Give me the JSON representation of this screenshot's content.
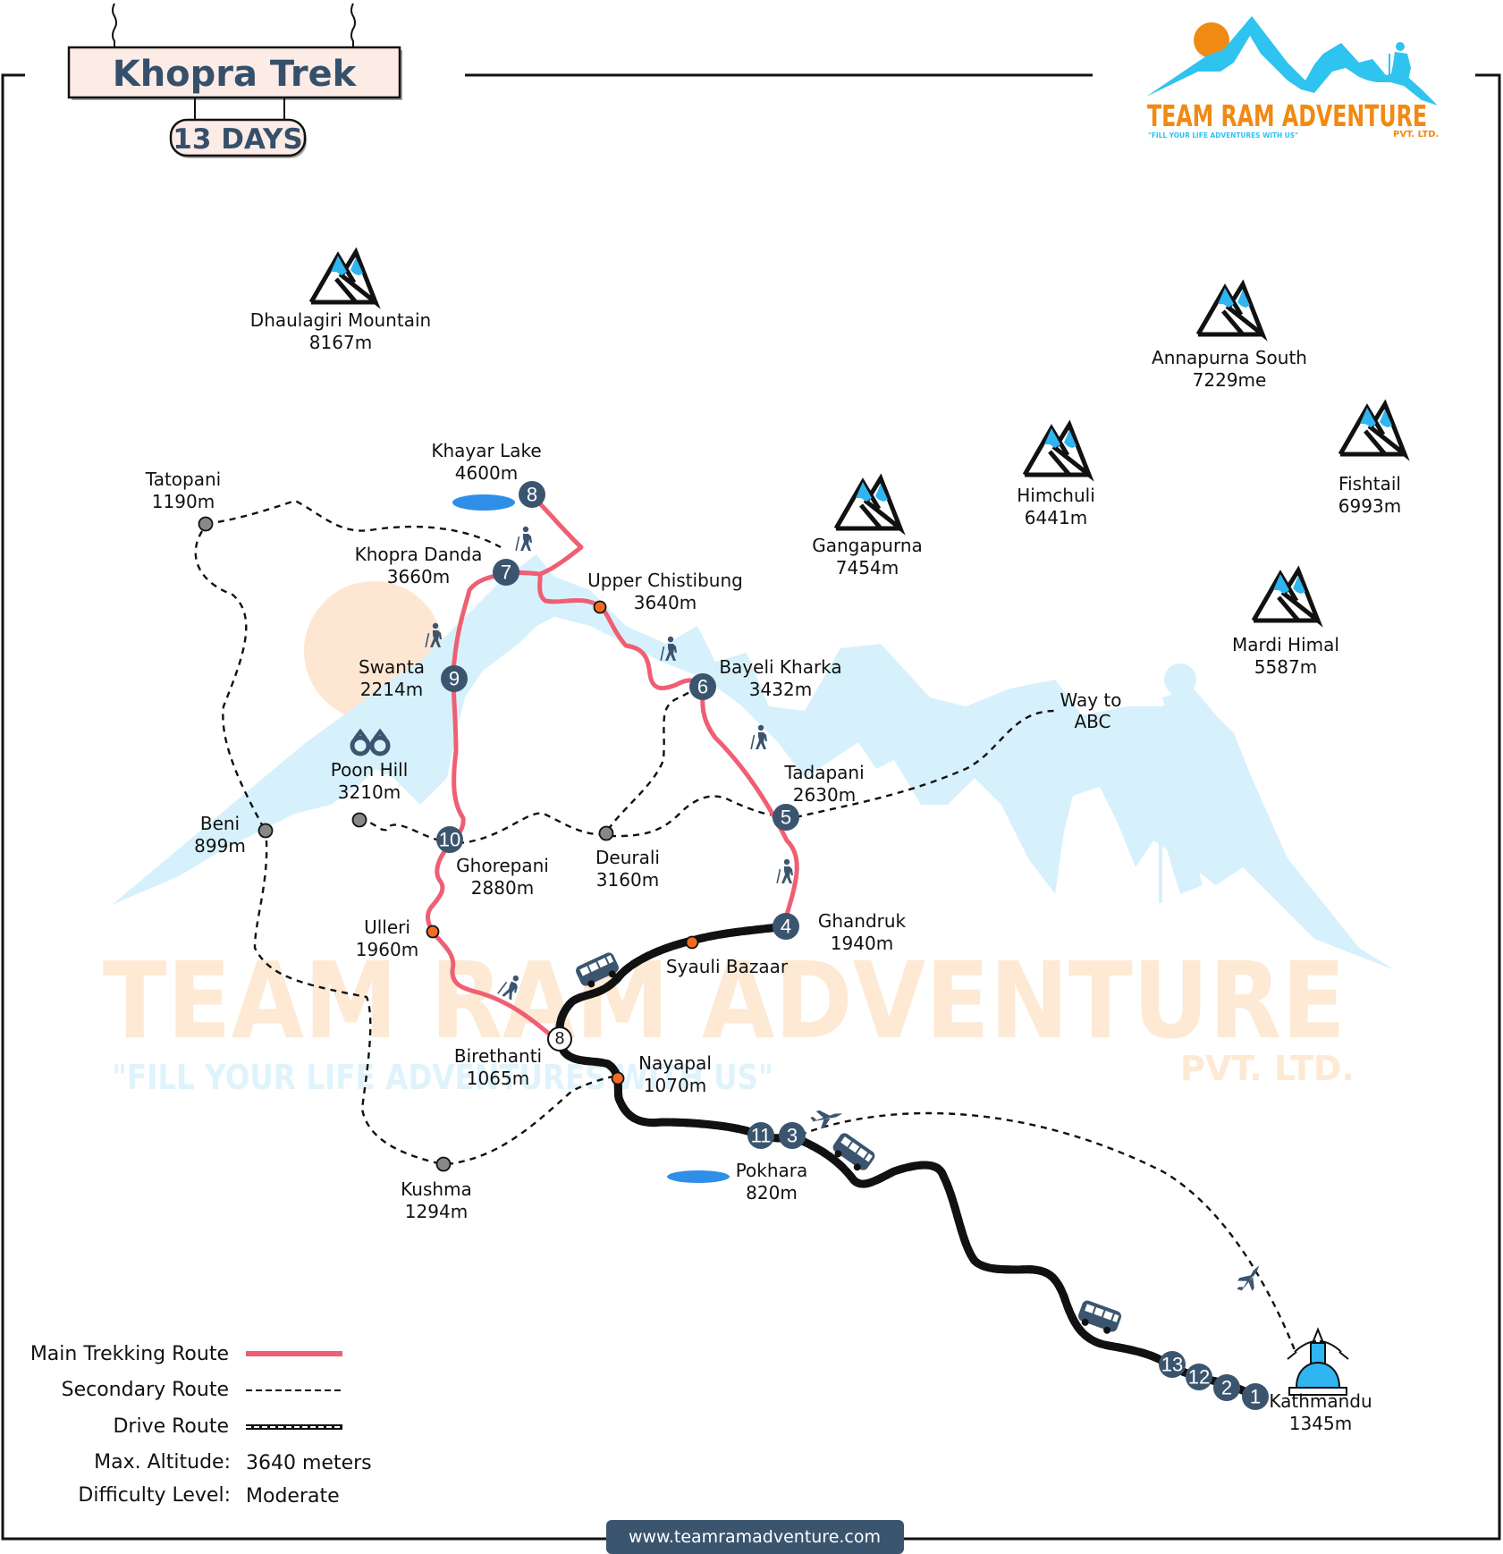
{
  "header": {
    "title": "Khopra Trek",
    "duration": "13 DAYS"
  },
  "logo": {
    "brand": "TEAM RAM ADVENTURE",
    "suffix": "PVT. LTD.",
    "tagline": "\"FILL YOUR LIFE ADVENTURES WITH US\""
  },
  "watermark": {
    "brand": "TEAM RAM ADVENTURE",
    "suffix": "PVT. LTD.",
    "tagline": "\"FILL YOUR LIFE ADVENTURES WITH US\""
  },
  "peaks": [
    {
      "name": "Dhaulagiri Mountain",
      "elevation": "8167m"
    },
    {
      "name": "Annapurna South",
      "elevation": "7229me"
    },
    {
      "name": "Fishtail",
      "elevation": "6993m"
    },
    {
      "name": "Himchuli",
      "elevation": "6441m"
    },
    {
      "name": "Gangapurna",
      "elevation": "7454m"
    },
    {
      "name": "Mardi Himal",
      "elevation": "5587m"
    }
  ],
  "places": {
    "khayar_lake": {
      "name": "Khayar Lake",
      "elevation": "4600m",
      "day": "8"
    },
    "khopra_danda": {
      "name": "Khopra Danda",
      "elevation": "3660m",
      "day": "7"
    },
    "upper_chistibung": {
      "name": "Upper Chistibung",
      "elevation": "3640m"
    },
    "swanta": {
      "name": "Swanta",
      "elevation": "2214m",
      "day": "9"
    },
    "bayeli_kharka": {
      "name": "Bayeli Kharka",
      "elevation": "3432m",
      "day": "6"
    },
    "tatopani": {
      "name": "Tatopani",
      "elevation": "1190m"
    },
    "poon_hill": {
      "name": "Poon Hill",
      "elevation": "3210m"
    },
    "tadapani": {
      "name": "Tadapani",
      "elevation": "2630m",
      "day": "5"
    },
    "way_to_abc": {
      "line1": "Way to",
      "line2": "ABC"
    },
    "beni": {
      "name": "Beni",
      "elevation": "899m"
    },
    "ghorepani": {
      "name": "Ghorepani",
      "elevation": "2880m",
      "day": "10"
    },
    "deurali": {
      "name": "Deurali",
      "elevation": "3160m"
    },
    "ghandruk": {
      "name": "Ghandruk",
      "elevation": "1940m",
      "day": "4"
    },
    "ulleri": {
      "name": "Ulleri",
      "elevation": "1960m"
    },
    "syauli_bazaar": {
      "name": "Syauli Bazaar"
    },
    "birethanti": {
      "name": "Birethanti",
      "elevation": "1065m",
      "day": "8"
    },
    "nayapal": {
      "name": "Nayapal",
      "elevation": "1070m"
    },
    "pokhara": {
      "name": "Pokhara",
      "elevation": "820m",
      "days": [
        "11",
        "3"
      ]
    },
    "kushma": {
      "name": "Kushma",
      "elevation": "1294m"
    },
    "kathmandu": {
      "name": "Kathmandu",
      "elevation": "1345m",
      "days": [
        "13",
        "12",
        "2",
        "1"
      ]
    }
  },
  "legend": {
    "main_route": "Main Trekking Route",
    "secondary_route": "Secondary Route",
    "drive_route": "Drive Route",
    "max_altitude_label": "Max. Altitude:",
    "max_altitude_value": "3640 meters",
    "difficulty_label": "Difficulty Level:",
    "difficulty_value": "Moderate"
  },
  "footer": {
    "url": "www.teamramadventure.com"
  },
  "colors": {
    "main_route": "#ef5f73",
    "badge": "#3b556f",
    "sky": "#d6f1fc",
    "sun": "#fde7d2",
    "lake": "#2f8fe8",
    "orange_dot": "#f26b21",
    "gray_dot": "#888888",
    "logo_orange": "#f08a12",
    "logo_blue": "#2fc3f0"
  }
}
